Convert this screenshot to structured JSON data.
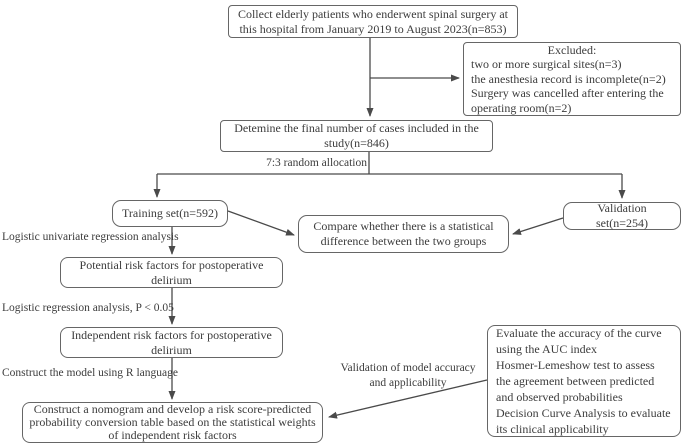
{
  "flowchart": {
    "collect": "Collect elderly patients who enderwent spinal surgery at this hospital from January 2019 to August 2023(n=853)",
    "excluded": {
      "title": "Excluded:",
      "items": [
        "two or more surgical sites(n=3)",
        "the anesthesia record is incomplete(n=2)",
        "Surgery was cancelled after entering the operating room(n=2)"
      ]
    },
    "determine": "Detemine the final number of cases included in the study(n=846)",
    "allocation_label": "7:3 random allocation",
    "training": "Training set(n=592)",
    "validation": "Validation set(n=254)",
    "compare": "Compare whether there is a statistical difference between the two groups",
    "univariate_label": "Logistic univariate regression analysis",
    "potential": "Potential risk factors for postoperative delirium",
    "logistic_label": "Logistic regression analysis, P < 0.05",
    "independent": "Independent risk factors for postoperative delirium",
    "construct_label": "Construct the model using R language",
    "nomogram": "Construct a nomogram and develop a risk score-predicted probability conversion table based on the statistical weights of independent risk factors",
    "validation_label": "Validation of model accuracy and applicability",
    "evaluate": {
      "items": [
        "Evaluate the accuracy of the curve using the AUC index",
        "Hosmer-Lemeshow test to assess the agreement between predicted and observed probabilities",
        "Decision Curve Analysis to evaluate its clinical applicability"
      ]
    }
  },
  "colors": {
    "line": "#4a4a4a",
    "border": "#666666",
    "text": "#3c3c3c",
    "background": "#ffffff"
  }
}
